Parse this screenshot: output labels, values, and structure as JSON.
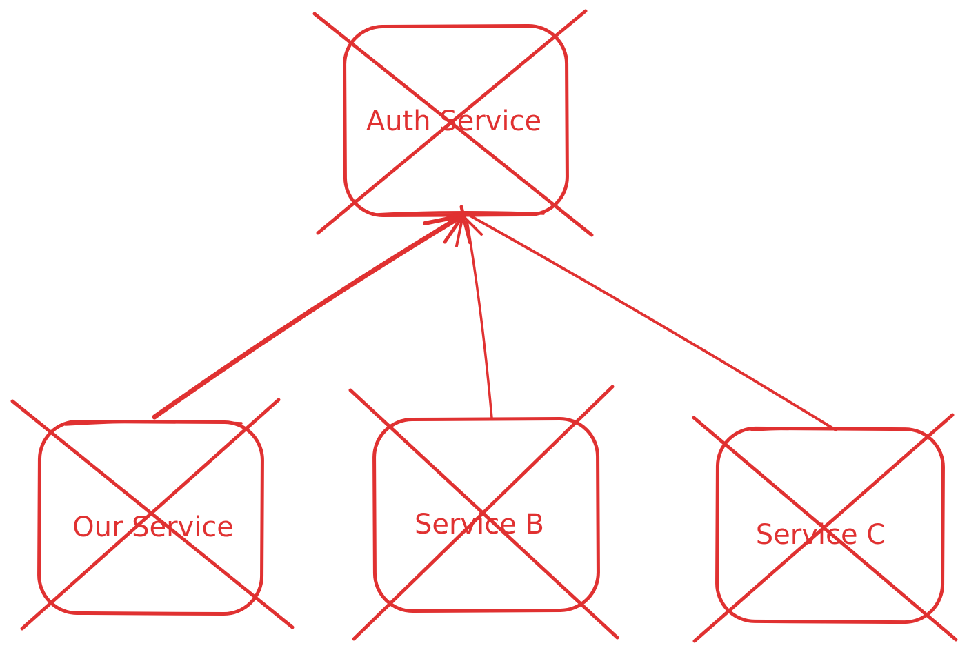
{
  "diagram": {
    "type": "hand-drawn-sketch",
    "stroke_color": "#e03131",
    "background_color": "#ffffff",
    "nodes": [
      {
        "id": "auth-service",
        "label": "Auth Service",
        "crossed_out": true
      },
      {
        "id": "our-service",
        "label": "Our Service",
        "crossed_out": true
      },
      {
        "id": "service-b",
        "label": "Service B",
        "crossed_out": true
      },
      {
        "id": "service-c",
        "label": "Service C",
        "crossed_out": true
      }
    ],
    "edges": [
      {
        "from": "Our Service",
        "to": "Auth Service",
        "weight": "thick",
        "arrowhead_at": "Auth Service"
      },
      {
        "from": "Service B",
        "to": "Auth Service",
        "weight": "thin",
        "arrowhead_at": "Auth Service"
      },
      {
        "from": "Service C",
        "to": "Auth Service",
        "weight": "thin",
        "arrowhead_at": "Auth Service"
      }
    ]
  }
}
